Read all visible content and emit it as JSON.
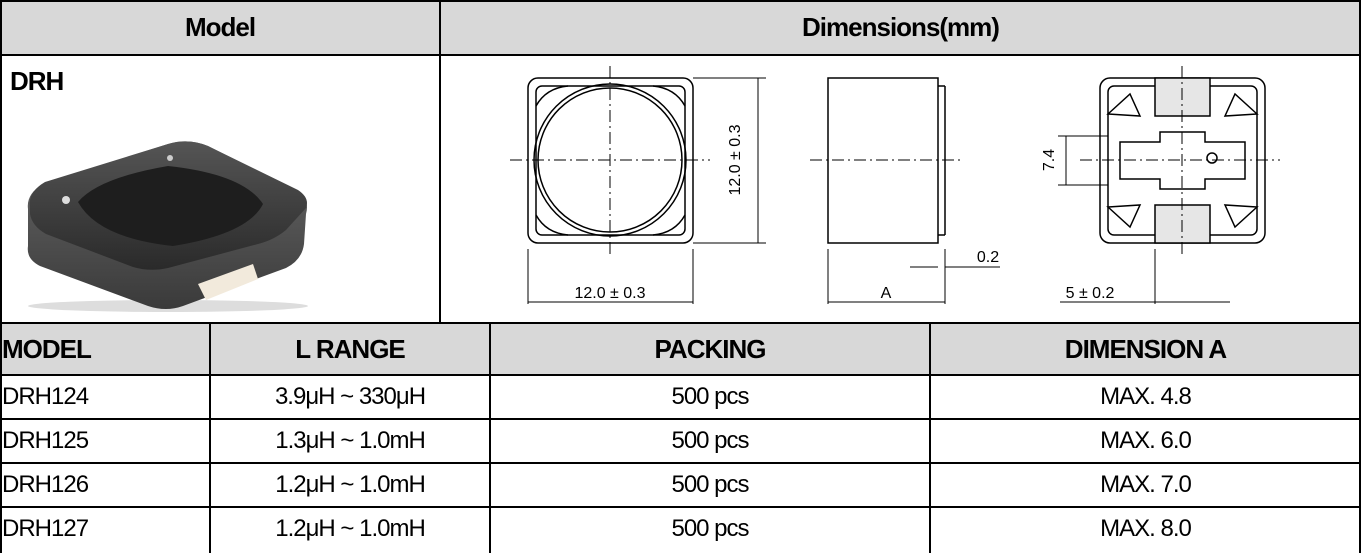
{
  "header": {
    "model_label": "Model",
    "dimensions_label": "Dimensions(mm)"
  },
  "product": {
    "name": "DRH"
  },
  "drawing": {
    "height_label": "12.0 ± 0.3",
    "width_label": "12.0 ± 0.3",
    "gap_label": "0.2",
    "a_label": "A",
    "pad_height_label": "7.4",
    "pad_width_label": "5 ± 0.2"
  },
  "table": {
    "columns": [
      "MODEL",
      "L RANGE",
      "PACKING",
      "DIMENSION A"
    ],
    "rows": [
      [
        "DRH124",
        "3.9μH ~ 330μH",
        "500 pcs",
        "MAX. 4.8"
      ],
      [
        "DRH125",
        "1.3μH ~ 1.0mH",
        "500 pcs",
        "MAX. 6.0"
      ],
      [
        "DRH126",
        "1.2μH ~ 1.0mH",
        "500 pcs",
        "MAX. 7.0"
      ],
      [
        "DRH127",
        "1.2μH ~ 1.0mH",
        "500 pcs",
        "MAX. 8.0"
      ]
    ]
  }
}
